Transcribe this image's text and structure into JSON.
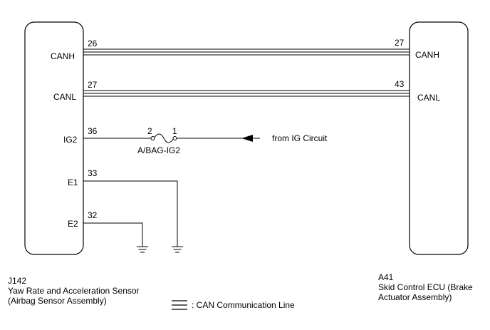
{
  "left_component": {
    "code": "J142",
    "name_line1": "Yaw Rate and Acceleration Sensor",
    "name_line2": "(Airbag Sensor Assembly)",
    "terminals": [
      {
        "label": "CANH",
        "pin": "26"
      },
      {
        "label": "CANL",
        "pin": "27"
      },
      {
        "label": "IG2",
        "pin": "36"
      },
      {
        "label": "E1",
        "pin": "33"
      },
      {
        "label": "E2",
        "pin": "32"
      }
    ]
  },
  "right_component": {
    "code": "A41",
    "name_line1": "Skid Control ECU (Brake",
    "name_line2": "Actuator Assembly)",
    "terminals": [
      {
        "label": "CANH",
        "pin": "27"
      },
      {
        "label": "CANL",
        "pin": "43"
      }
    ]
  },
  "fuse": {
    "name": "A/BAG-IG2",
    "pin_left": "2",
    "pin_right": "1"
  },
  "source_label": "from IG Circuit",
  "legend": {
    "text": ": CAN Communication Line"
  }
}
